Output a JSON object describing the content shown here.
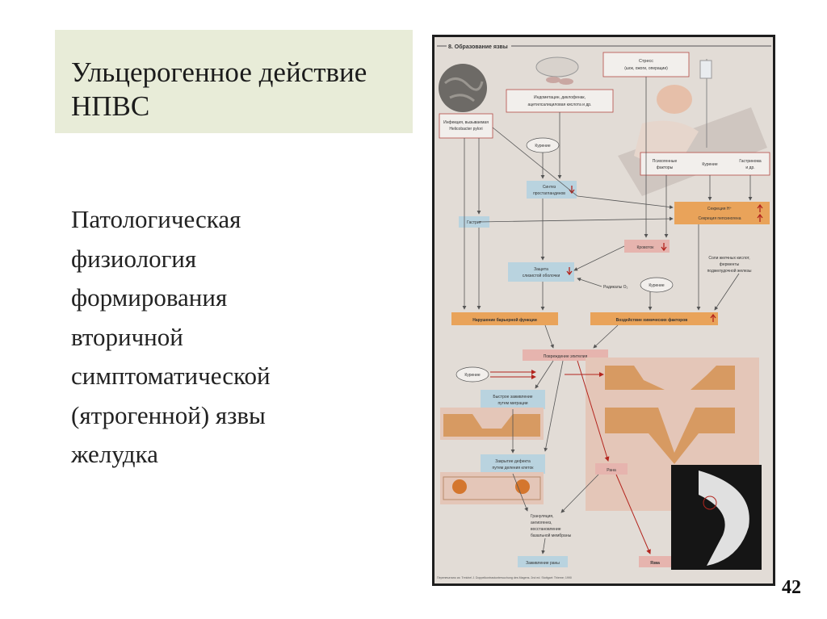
{
  "slide": {
    "title_line1": "Ульцерогенное действие",
    "title_line2": "НПВС",
    "body_lines": [
      "Патологическая",
      "физиология",
      "формирования",
      "вторичной",
      "симптоматической",
      "(ятрогенной) язвы",
      "желудка"
    ],
    "page_number": "42"
  },
  "figure": {
    "header": "8. Образование язвы",
    "stress": "Стресс",
    "stress_sub": "(шок, ожоги, операции)",
    "nsaid_line1": "Индометацин, диклофенак,",
    "nsaid_line2": "ацетилсалициловая кислота и др.",
    "infection_line1": "Инфекция, вызываемая",
    "infection_line2": "Helicobacter pylori",
    "smoking": "Курение",
    "psych_line1": "Психогенные",
    "psych_line2": "факторы",
    "gastrinoma_line1": "Гастринома",
    "gastrinoma_line2": "и др.",
    "synthesis_line1": "Синтез",
    "synthesis_line2": "простагландинов",
    "gastritis": "Гастрит",
    "secretion_h": "Секреция H⁺",
    "secretion_pepsin": "Секреция пепсиногена",
    "blood_flow": "Кровоток",
    "bile_line1": "Соли желчных кислот,",
    "bile_line2": "ферменты",
    "bile_line3": "поджелудочной железы",
    "protection_line1": "Защита",
    "protection_line2": "слизистой оболочки",
    "radicals": "Радикалы O₂",
    "barrier": "Нарушение барьерной функции",
    "chemical": "Воздействие химических факторов",
    "damage": "Повреждение эпителия",
    "fast_heal_line1": "Быстрое заживление",
    "fast_heal_line2": "путем миграции",
    "closure_line1": "Закрытие дефекта",
    "closure_line2": "путем деления клеток",
    "wound": "Рана",
    "granulation_line1": "Грануляция,",
    "granulation_line2": "ангиогенез,",
    "granulation_line3": "восстановление",
    "granulation_line4": "базальной мембраны",
    "wound_healing": "Заживление раны",
    "ulcer": "Язва",
    "footnote": "Перепечатано из: Treichel J. Doppelkontrastuntersuchung des Magens. 2nd ed. Stuttgart: Thieme; 1990"
  },
  "colors": {
    "title_bg": "#e8ecd8",
    "figure_bg": "#e2dcd6",
    "label_blue": "#b9d3df",
    "label_rose": "#e6b4ae",
    "label_orange": "#e9a35a",
    "arrow_gray": "#555555",
    "arrow_red": "#b3251e"
  }
}
